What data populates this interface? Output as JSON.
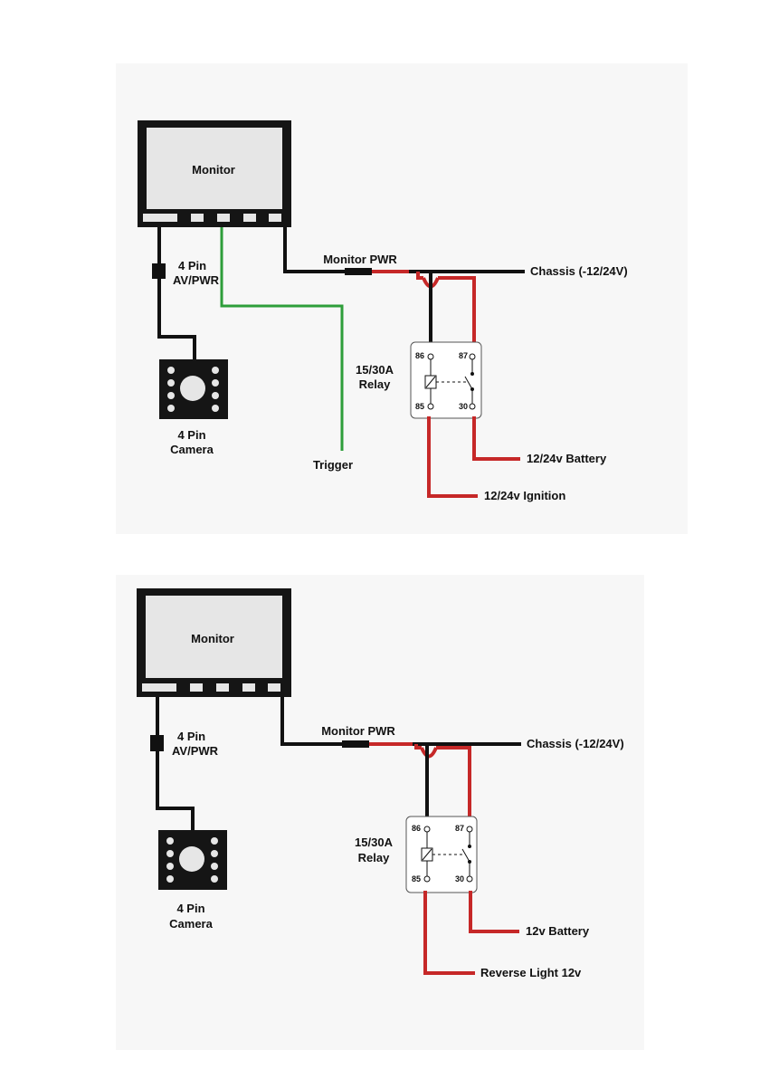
{
  "diagrams": [
    {
      "monitor": "Monitor",
      "connector": [
        "4 Pin",
        "AV/PWR"
      ],
      "camera": [
        "4 Pin",
        "Camera"
      ],
      "trigger": "Trigger",
      "monitor_pwr": "Monitor PWR",
      "chassis": "Chassis (-12/24V)",
      "relay": [
        "15/30A",
        "Relay"
      ],
      "pins": [
        "86",
        "87",
        "85",
        "30"
      ],
      "battery": "12/24v Battery",
      "ignition": "12/24v Ignition"
    },
    {
      "monitor": "Monitor",
      "connector": [
        "4 Pin",
        "AV/PWR"
      ],
      "camera": [
        "4 Pin",
        "Camera"
      ],
      "monitor_pwr": "Monitor PWR",
      "chassis": "Chassis (-12/24V)",
      "relay": [
        "15/30A",
        "Relay"
      ],
      "pins": [
        "86",
        "87",
        "85",
        "30"
      ],
      "battery": "12v Battery",
      "ignition": "Reverse Light 12v"
    }
  ],
  "colors": {
    "wire_black": "#111111",
    "wire_red": "#c62828",
    "wire_green": "#2e9e3a",
    "screen": "#e6e6e6",
    "bezel": "#151515"
  }
}
